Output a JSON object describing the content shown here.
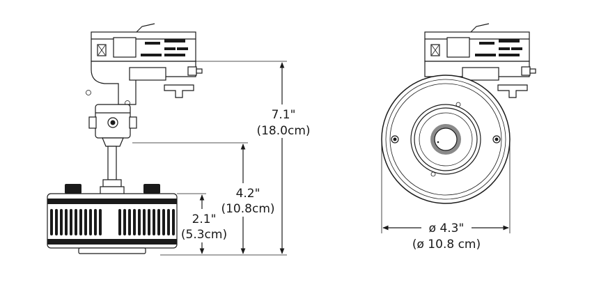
{
  "dimensions": {
    "total_height": {
      "imperial": "7.1\"",
      "metric": "(18.0cm)"
    },
    "stem_height": {
      "imperial": "4.2\"",
      "metric": "(10.8cm)"
    },
    "head_height": {
      "imperial": "2.1\"",
      "metric": "(5.3cm)"
    },
    "diameter": {
      "imperial": "ø 4.3\"",
      "metric": "(ø 10.8 cm)"
    }
  }
}
